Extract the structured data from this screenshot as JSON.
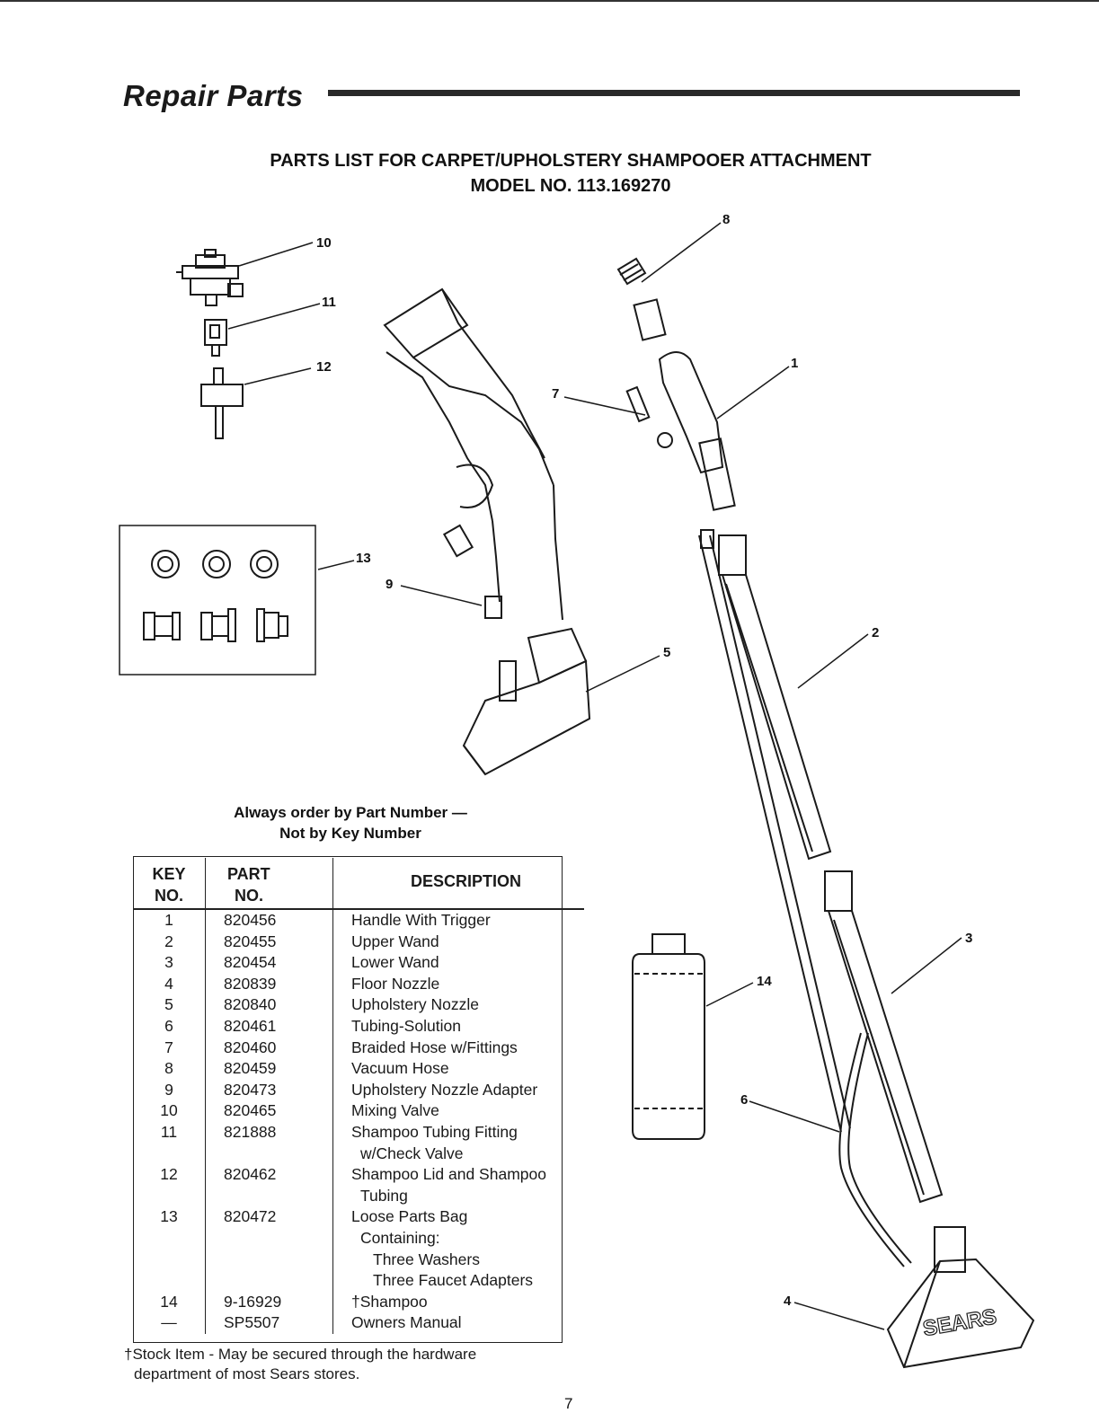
{
  "header": {
    "section_title": "Repair Parts"
  },
  "title": {
    "line1": "PARTS LIST FOR CARPET/UPHOLSTERY SHAMPOOER ATTACHMENT",
    "line2": "MODEL NO. 113.169270"
  },
  "order_note": {
    "line1": "Always order by Part Number —",
    "line2": "Not by Key Number"
  },
  "table": {
    "headers": {
      "key": [
        "KEY",
        "NO."
      ],
      "part": [
        "PART",
        "NO."
      ],
      "description": "DESCRIPTION"
    },
    "rows": [
      {
        "key": "1",
        "part": "820456",
        "desc": [
          "Handle With Trigger"
        ]
      },
      {
        "key": "2",
        "part": "820455",
        "desc": [
          "Upper Wand"
        ]
      },
      {
        "key": "3",
        "part": "820454",
        "desc": [
          "Lower Wand"
        ]
      },
      {
        "key": "4",
        "part": "820839",
        "desc": [
          "Floor Nozzle"
        ]
      },
      {
        "key": "5",
        "part": "820840",
        "desc": [
          "Upholstery Nozzle"
        ]
      },
      {
        "key": "6",
        "part": "820461",
        "desc": [
          "Tubing-Solution"
        ]
      },
      {
        "key": "7",
        "part": "820460",
        "desc": [
          "Braided Hose w/Fittings"
        ]
      },
      {
        "key": "8",
        "part": "820459",
        "desc": [
          "Vacuum Hose"
        ]
      },
      {
        "key": "9",
        "part": "820473",
        "desc": [
          "Upholstery Nozzle Adapter"
        ]
      },
      {
        "key": "10",
        "part": "820465",
        "desc": [
          "Mixing Valve"
        ]
      },
      {
        "key": "11",
        "part": "821888",
        "desc": [
          "Shampoo Tubing Fitting",
          "w/Check Valve"
        ]
      },
      {
        "key": "12",
        "part": "820462",
        "desc": [
          "Shampoo Lid and Shampoo",
          "Tubing"
        ]
      },
      {
        "key": "13",
        "part": "820472",
        "desc": [
          "Loose Parts Bag",
          "Containing:",
          "Three Washers",
          "Three Faucet Adapters"
        ]
      },
      {
        "key": "14",
        "part": "9-16929",
        "desc": [
          "†Shampoo"
        ]
      },
      {
        "key": "—",
        "part": "SP5507",
        "desc": [
          "Owners Manual"
        ]
      }
    ]
  },
  "footnote": {
    "line1": "†Stock Item - May be secured through the hardware",
    "line2": "department of most Sears stores."
  },
  "page_number": "7",
  "callouts": {
    "c1": "1",
    "c2": "2",
    "c3": "3",
    "c4": "4",
    "c5": "5",
    "c6": "6",
    "c7": "7",
    "c8": "8",
    "c9": "9",
    "c10": "10",
    "c11": "11",
    "c12": "12",
    "c13": "13",
    "c14": "14"
  },
  "nozzle_logo": "SEARS"
}
